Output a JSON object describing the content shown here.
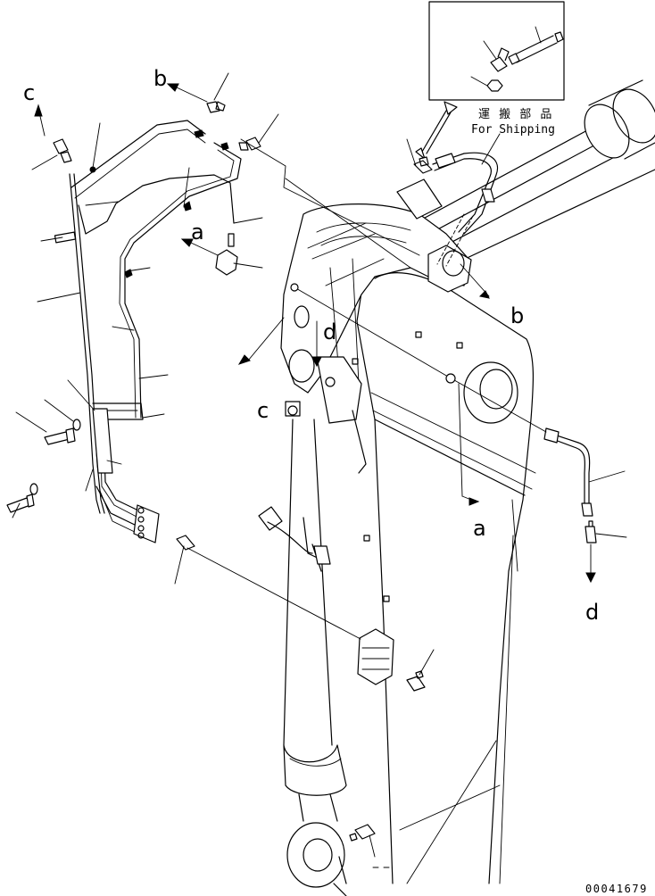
{
  "markers": {
    "a": "a",
    "b": "b",
    "c": "c",
    "d": "d"
  },
  "inset": {
    "label_jp": "運 搬 部 品",
    "label_en": "For Shipping"
  },
  "document_number": "00041679",
  "colors": {
    "line": "#000000",
    "background": "#ffffff"
  }
}
